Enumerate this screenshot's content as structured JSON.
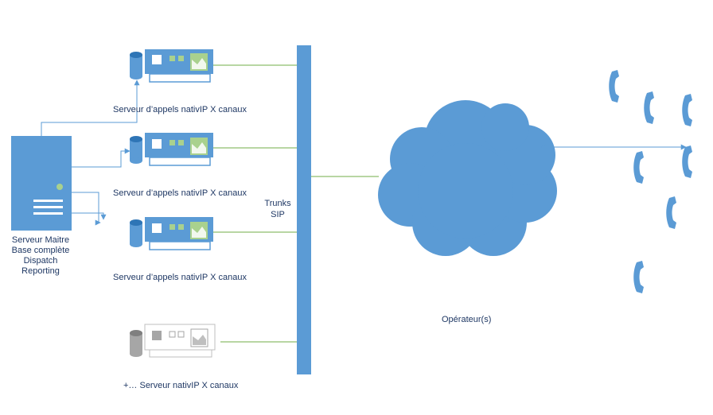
{
  "labels": {
    "call_server_1": "Serveur d’appels nativIP X canaux",
    "call_server_2": "Serveur d’appels nativIP X canaux",
    "call_server_3": "Serveur d’appels nativIP X canaux",
    "extra_server": "+… Serveur nativIP X canaux",
    "trunks_line1": "Trunks",
    "trunks_line2": "SIP",
    "operator": "Opérateur(s)",
    "master_server": [
      "Serveur Maitre",
      "Base complète",
      "Dispatch",
      "Reporting"
    ]
  },
  "colors": {
    "blue": "#5b9bd5",
    "dark_blue": "#2e75b6",
    "green_line": "#70ad47",
    "screen_green": "#a9d18e",
    "ghost_grey": "#a6a6a6",
    "text": "#1f3864"
  },
  "icons": [
    "server-tower-icon",
    "database-icon",
    "appliance-icon",
    "cloud-icon",
    "phone-handset-icon"
  ]
}
